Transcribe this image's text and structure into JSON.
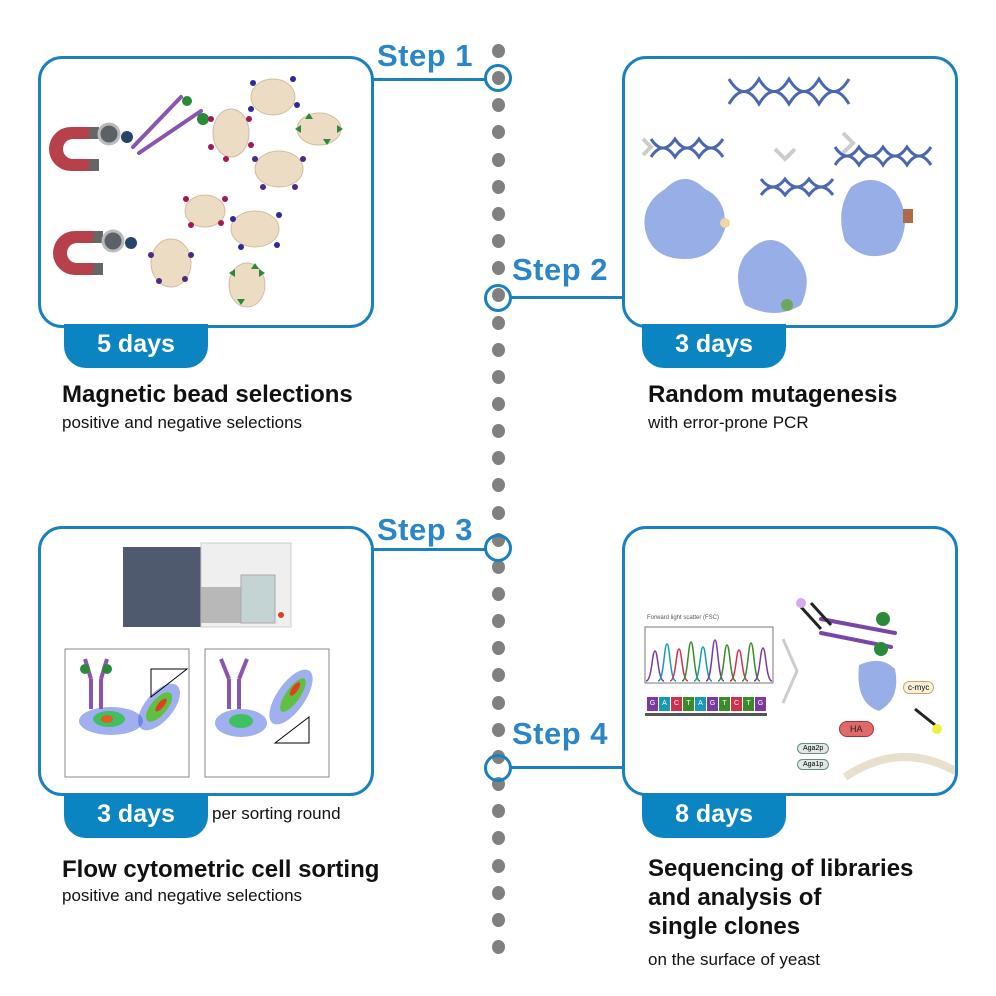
{
  "colors": {
    "accent": "#1a80c0",
    "badge": "#0b84c2",
    "step_text": "#2b86c8",
    "timeline_dot": "#808080",
    "text": "#111111"
  },
  "timeline": {
    "dot_count": 34
  },
  "steps": [
    {
      "label": "Step 1",
      "duration": "5 days",
      "title": "Magnetic bead selections",
      "subtitle": "positive and negative selections",
      "illustration": "magnetic-bead-cell-selection"
    },
    {
      "label": "Step 2",
      "duration": "3 days",
      "title": "Random mutagenesis",
      "subtitle": "with error-prone PCR",
      "illustration": "dna-mutations-protein-variants"
    },
    {
      "label": "Step 3",
      "duration": "3 days",
      "duration_note": "per sorting round",
      "title": "Flow cytometric cell sorting",
      "subtitle": "positive and negative selections",
      "illustration": "flow-cytometer-scatter-plots"
    },
    {
      "label": "Step 4",
      "duration": "8 days",
      "title_lines": [
        "Sequencing of libraries",
        "and analysis of",
        "single clones"
      ],
      "subtitle": "on the surface of yeast",
      "illustration": "sanger-chromatogram-yeast-display",
      "chromatogram_caption": "Forward light scatter (FSC)",
      "bases": [
        "G",
        "A",
        "C",
        "T",
        "A",
        "G",
        "T",
        "C",
        "T",
        "G"
      ],
      "labels": {
        "tag1": "c-myc",
        "tag2": "HA",
        "anchor1": "Aga2p",
        "anchor2": "Aga1p"
      }
    }
  ]
}
